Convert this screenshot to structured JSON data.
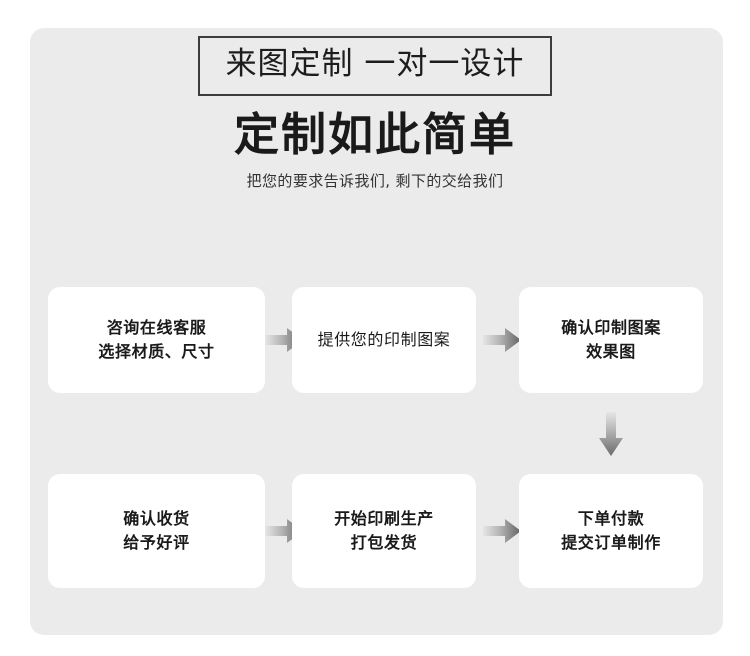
{
  "header": {
    "badge_text": "来图定制 一对一设计",
    "headline": "定制如此简单",
    "subtitle": "把您的要求告诉我们, 剩下的交给我们"
  },
  "flow": {
    "row1": [
      {
        "id": "step-1",
        "label": "咨询在线客服\n选择材质、尺寸",
        "lines": 2
      },
      {
        "id": "step-2",
        "label": "提供您的印制图案",
        "lines": 1
      },
      {
        "id": "step-3",
        "label": "确认印制图案\n效果图",
        "lines": 2
      }
    ],
    "row2": [
      {
        "id": "step-6",
        "label": "确认收货\n给予好评",
        "lines": 2
      },
      {
        "id": "step-5",
        "label": "开始印刷生产\n打包发货",
        "lines": 2
      },
      {
        "id": "step-4",
        "label": "下单付款\n提交订单制作",
        "lines": 2
      }
    ],
    "arrows": {
      "right_1_label": "arrow-right",
      "right_2_label": "arrow-right",
      "down_label": "arrow-down",
      "right_3_label": "arrow-right",
      "right_4_label": "arrow-right"
    }
  },
  "colors": {
    "panel_bg": "#ebebeb",
    "box_bg": "#ffffff",
    "text": "#1a1a1a",
    "border": "#3c3c3c",
    "arrow_light": "#e2e2e2",
    "arrow_dark": "#6e6e6e"
  }
}
